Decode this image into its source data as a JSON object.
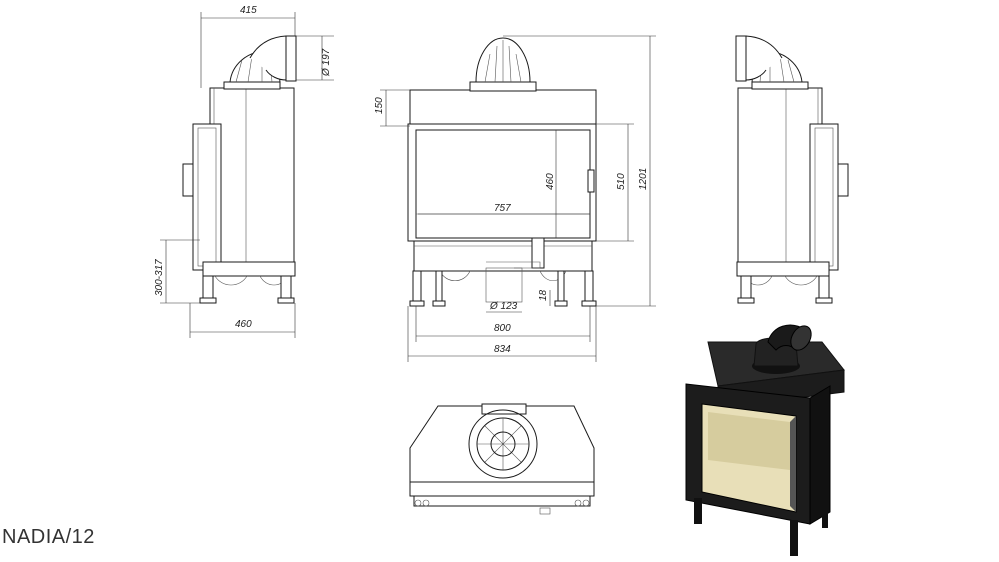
{
  "model_label": "NADIA/12",
  "dimensions": {
    "side_depth_top": "415",
    "flue_diameter": "Ø 197",
    "side_leg_height": "300-317",
    "side_depth_bottom": "460",
    "front_top_height": "150",
    "glass_width": "757",
    "glass_height": "460",
    "door_height": "510",
    "total_height": "1201",
    "air_inlet_diameter": "Ø 123",
    "leg_offset": "18",
    "leg_spacing": "800",
    "total_width": "834"
  },
  "colors": {
    "line": "#1a1a1a",
    "render_dark": "#1c1c1c",
    "render_glass": "#e8dfb8"
  }
}
